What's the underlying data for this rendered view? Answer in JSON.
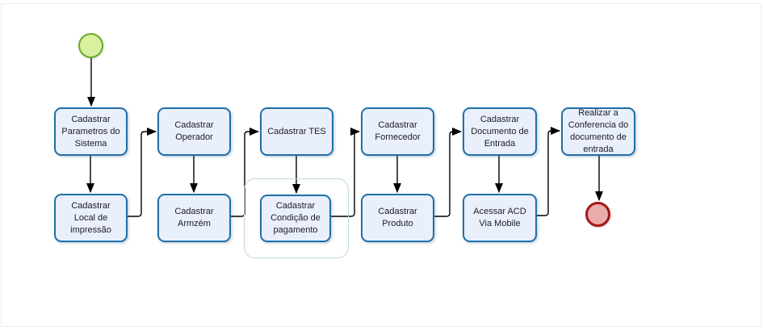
{
  "flowchart": {
    "colors": {
      "task_fill": "#e9effb",
      "task_border": "#1f6fa8",
      "start_fill": "#d9f0a0",
      "start_border": "#69ab2a",
      "end_fill": "#eaabab",
      "end_border": "#a31717",
      "group_border": "#bdd7de",
      "connector": "#000000"
    },
    "tasks": [
      {
        "label": "Cadastrar\nParametros do\nSistema"
      },
      {
        "label": "Cadastrar\nOperador"
      },
      {
        "label": "Cadastrar TES"
      },
      {
        "label": "Cadastrar\nFornecedor"
      },
      {
        "label": "Cadastrar\nDocumento de\nEntrada"
      },
      {
        "label": "Realizar a\nConferencia do\ndocumento de\nentrada"
      },
      {
        "label": "Cadastrar\nLocal de\nimpressão"
      },
      {
        "label": "Cadastrar\nArmzém"
      },
      {
        "label": "Cadastrar\nCondição de\npagamento"
      },
      {
        "label": "Cadastrar\nProduto"
      },
      {
        "label": "Acessar ACD\nVia Mobile"
      }
    ]
  }
}
